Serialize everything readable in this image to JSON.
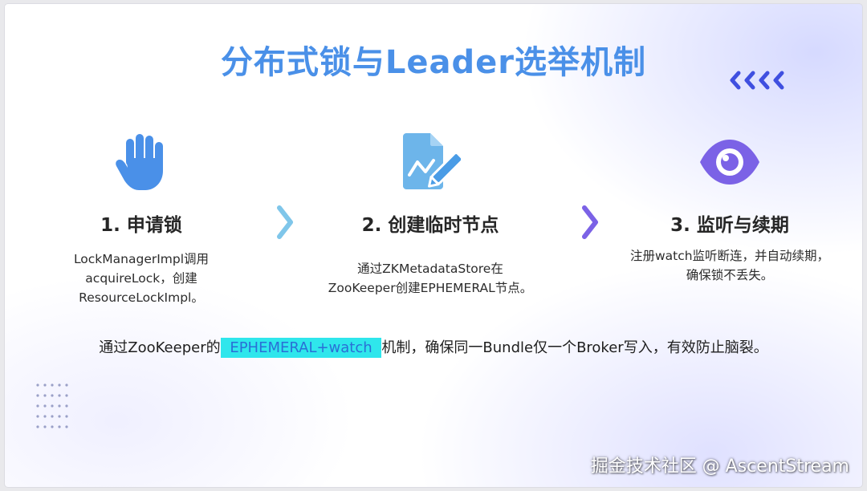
{
  "title": "分布式锁与Leader选举机制",
  "steps": [
    {
      "icon": "hand-icon",
      "title": "1. 申请锁",
      "desc_lines": [
        "LockManagerImpl调用",
        "acquireLock，创建",
        "ResourceLockImpl。"
      ]
    },
    {
      "icon": "document-edit-icon",
      "title": "2. 创建临时节点",
      "desc_lines": [
        "通过ZKMetadataStore在",
        "ZooKeeper创建EPHEMERAL节点。"
      ]
    },
    {
      "icon": "eye-icon",
      "title": "3. 监听与续期",
      "desc_lines": [
        "注册watch监听断连，并自动续期，",
        "确保锁不丢失。"
      ]
    }
  ],
  "summary": {
    "before": "通过ZooKeeper的",
    "highlight": " EPHEMERAL+watch ",
    "after": "机制，确保同一Bundle仅一个Broker写入，有效防止脑裂。"
  },
  "watermark": "掘金技术社区 @ AscentStream",
  "colors": {
    "title": "#4a90e8",
    "icon_blue": "#4a90e8",
    "icon_purple": "#7b62e6",
    "highlight_bg": "#2fe6ec",
    "arrow1": "#7fc6ea",
    "arrow2": "#7b62e6",
    "chevrons": "#3f4fe0"
  }
}
